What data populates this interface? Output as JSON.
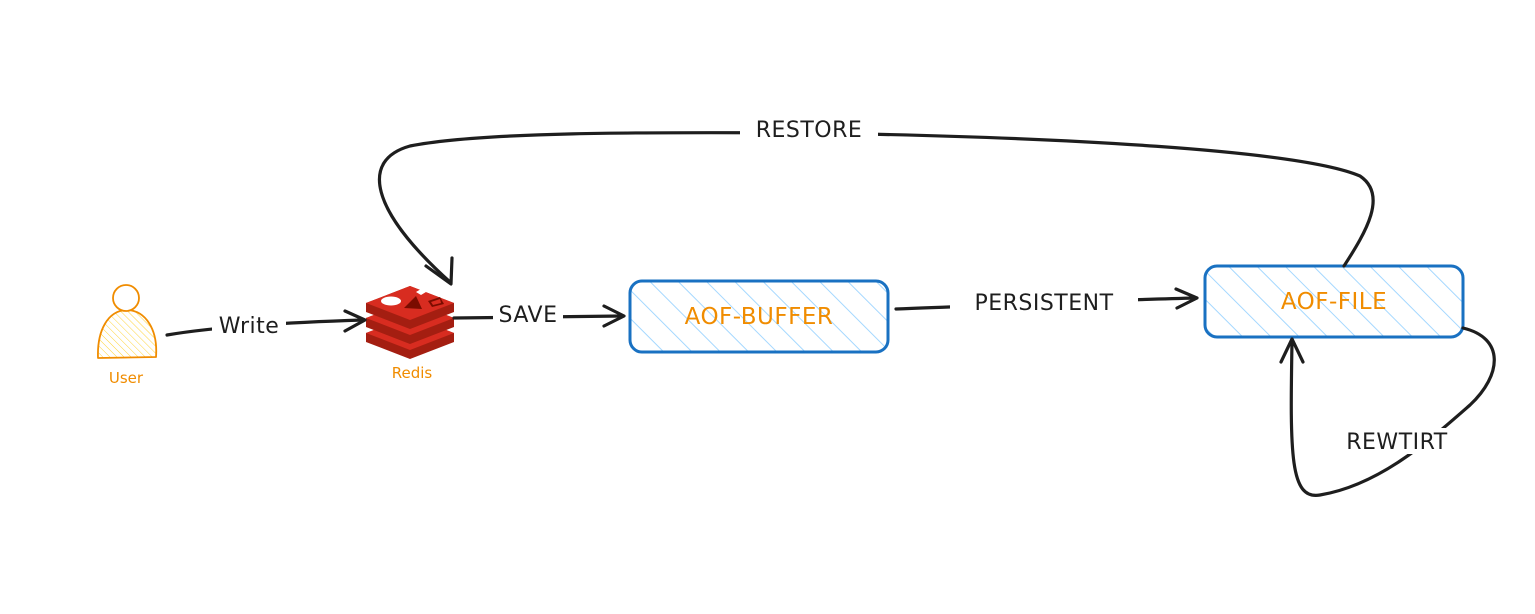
{
  "colors": {
    "stroke": "#1e1e1e",
    "box_stroke": "#1971c2",
    "box_hatch": "#a5d8ff",
    "box_text": "#f08c00",
    "user": "#f08c00",
    "user_fill": "#ffec99",
    "redis": "#d82c20",
    "redis_dark": "#a41e11",
    "redis_text": "#f08c00",
    "background": "#ffffff"
  },
  "nodes": {
    "user": {
      "label": "User",
      "icon": "user-icon"
    },
    "redis": {
      "label": "Redis",
      "icon": "redis-logo-icon"
    },
    "aof_buffer": {
      "label": "AOF-BUFFER"
    },
    "aof_file": {
      "label": "AOF-FILE"
    }
  },
  "edges": {
    "write": {
      "label": "Write"
    },
    "save": {
      "label": "SAVE"
    },
    "persistent": {
      "label": "PERSISTENT"
    },
    "restore": {
      "label": "RESTORE"
    },
    "rewrite": {
      "label": "REWTIRT"
    }
  }
}
